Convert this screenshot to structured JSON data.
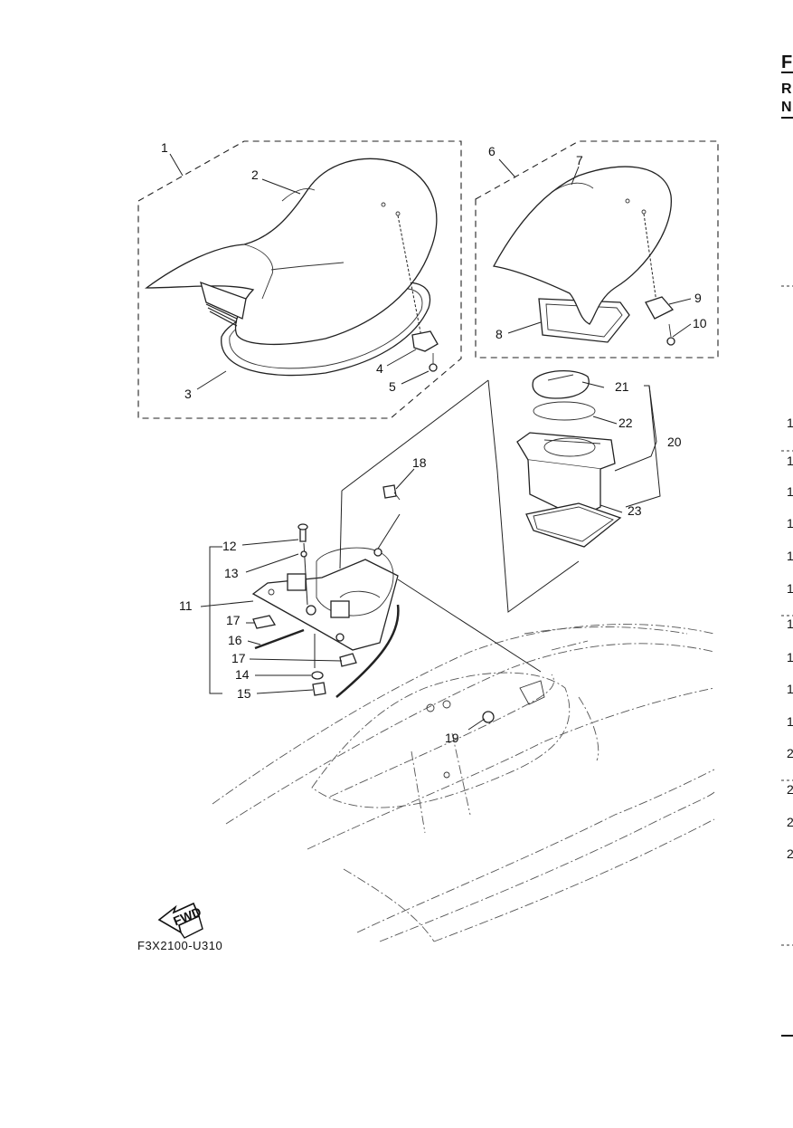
{
  "diagram": {
    "code": "F3X2100-U310",
    "fwd_label": "FWD",
    "edge_letters": [
      "F",
      "R",
      "N"
    ],
    "callouts": [
      "1",
      "2",
      "3",
      "4",
      "5",
      "6",
      "7",
      "8",
      "9",
      "10",
      "11",
      "12",
      "13",
      "14",
      "15",
      "16",
      "17",
      "17",
      "18",
      "19",
      "20",
      "21",
      "22",
      "23"
    ],
    "right_margin_digits": [
      "1",
      "1",
      "1",
      "1",
      "1",
      "1",
      "1",
      "1",
      "1",
      "1",
      "2",
      "2",
      "2",
      "2"
    ]
  }
}
